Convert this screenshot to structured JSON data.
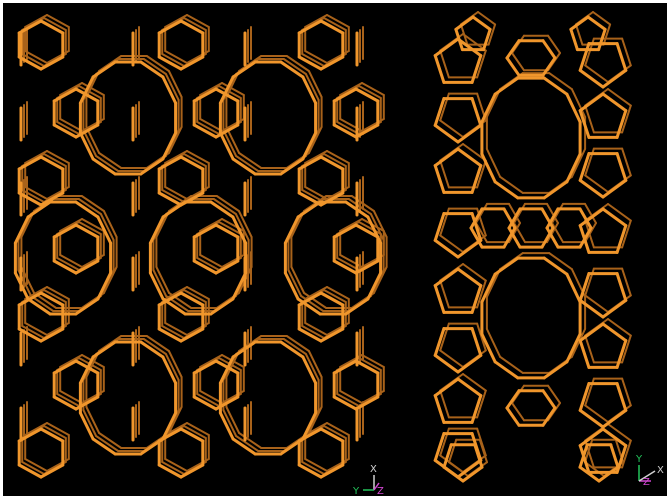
{
  "viewport": {
    "background": "#000000",
    "border": "#ffffff",
    "bond_color": "#f0962c",
    "bond_shade": "#a8621a"
  },
  "models": [
    {
      "name": "framework-view-left",
      "projection": "along-z"
    },
    {
      "name": "framework-view-right",
      "projection": "along-x"
    }
  ],
  "axes_left": {
    "x_label": "X",
    "y_label": "Y",
    "z_label": "Z",
    "x_color": "#d0d0d0",
    "y_color": "#22c45a",
    "z_color": "#d046d0"
  },
  "axes_right": {
    "y_label": "Y",
    "z_label": "Z",
    "x_label": "X",
    "y_color": "#22c45a",
    "z_color": "#d046d0",
    "x_color": "#d0d0d0"
  }
}
